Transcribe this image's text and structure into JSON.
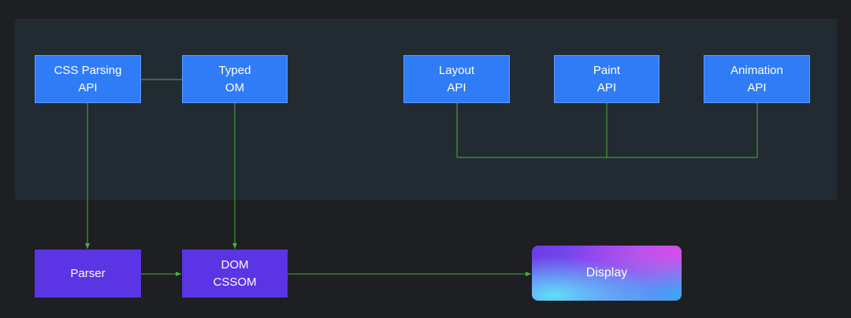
{
  "nodes": {
    "css_parsing_api": [
      "CSS Parsing",
      "API"
    ],
    "typed_om": [
      "Typed",
      "OM"
    ],
    "layout_api": [
      "Layout",
      "API"
    ],
    "paint_api": [
      "Paint",
      "API"
    ],
    "animation_api": [
      "Animation",
      "API"
    ],
    "parser": [
      "Parser"
    ],
    "dom_cssom": [
      "DOM",
      "CSSOM"
    ],
    "display": [
      "Display"
    ]
  },
  "colors": {
    "background": "#1d1f23",
    "panel": "#222b32",
    "api_box": "#2f7cf6",
    "process_box": "#5b34e3",
    "connector": "#4caf3c"
  }
}
